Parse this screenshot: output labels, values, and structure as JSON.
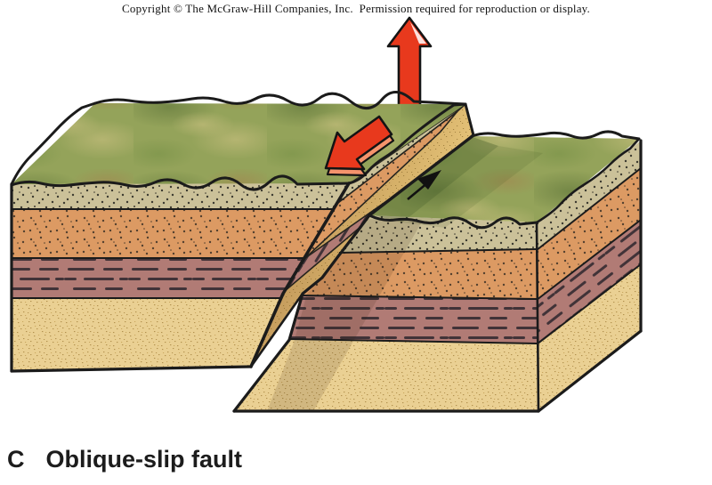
{
  "figure": {
    "copyright": "Copyright © The McGraw-Hill Companies, Inc.  Permission required for reproduction or display.",
    "caption_letter": "C",
    "caption_title": "Oblique-slip fault"
  },
  "colors": {
    "outline": "#1b1b1b",
    "arrow_red": "#e8391d",
    "arrow_red_edge": "#f5936c",
    "grass_green": "#94a35a",
    "layer_tan": "#cbc199",
    "layer_orange": "#dc9a63",
    "layer_mauve": "#b17b75",
    "layer_sand": "#ead093",
    "fault_surface": "#d4af67"
  },
  "icons": {
    "vertical_motion_arrow": "up",
    "lateral_motion_arrow": "down-left",
    "shear_arrow_upper": "up-right",
    "shear_arrow_lower": "down-left"
  }
}
